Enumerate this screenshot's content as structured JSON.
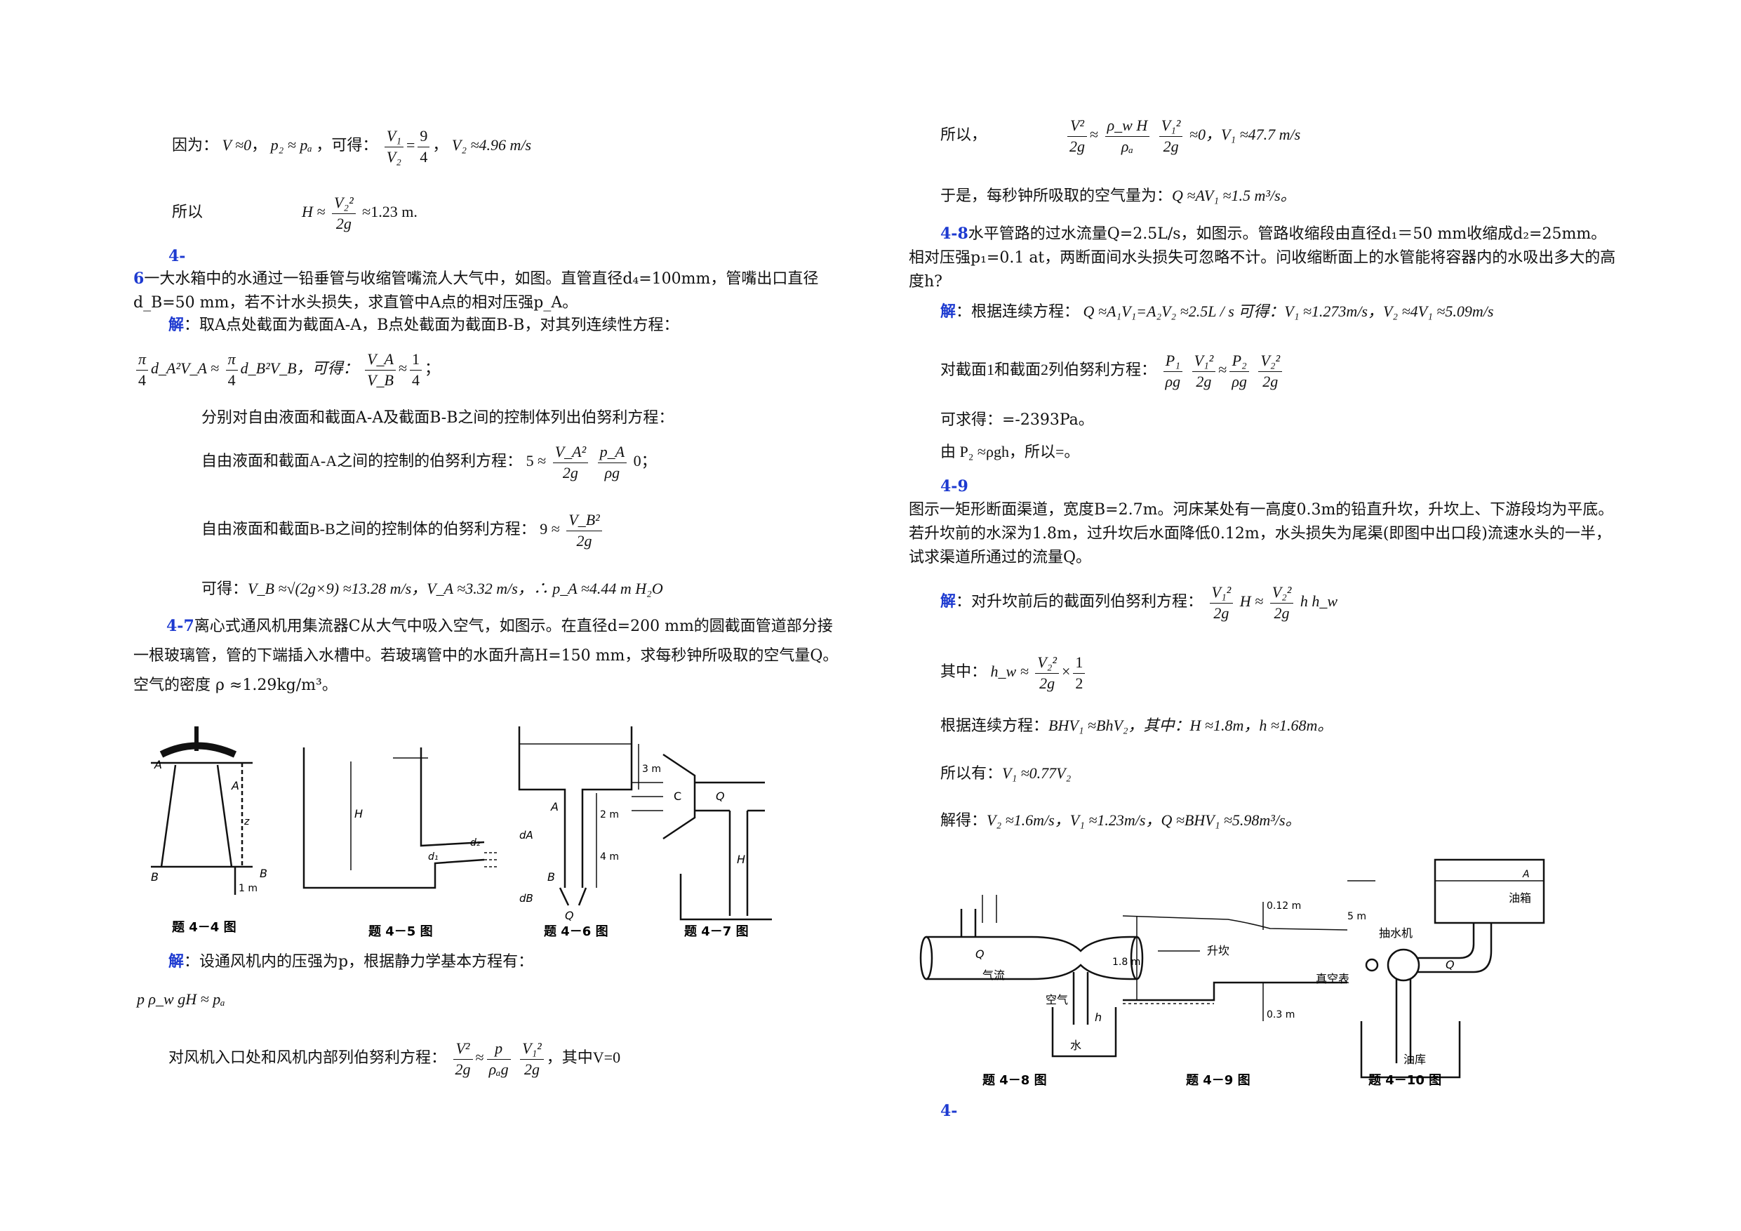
{
  "left": {
    "l1_prefix": "因为：",
    "l1_eq1": "V ≈0",
    "l1_eq2": "p₂ ≈ pₐ",
    "l1_mid": "，可得：",
    "l1_f1_num": "V₁",
    "l1_f1_den": "V₂",
    "l1_f2_num": "9",
    "l1_f2_den": "4",
    "l1_eq3": "V₂ ≈4.96 m/s",
    "l2_prefix": "所以",
    "l2_eq1": "H ≈",
    "l2_f_num": "V₂²",
    "l2_f_den": "2g",
    "l2_eq2": "≈1.23 m.",
    "p46_label": "4-",
    "p46_label2": "6",
    "p46_text": "一大水箱中的水通过一铅垂管与收缩管嘴流人大气中，如图。直管直径d₄=100mm，管嘴出口直径d_B=50 mm，若不计水头损失，求直管中A点的相对压强p_A。",
    "sol_label": "解",
    "sol46_text": "：取A点处截面为截面A-A，B点处截面为截面B-B，对其列连续性方程：",
    "cont_f1_num": "π",
    "cont_f1_den": "4",
    "cont_mid1": "d_A²V_A ≈",
    "cont_f2_num": "π",
    "cont_f2_den": "4",
    "cont_mid2": "d_B²V_B，可得：",
    "cont_f3_num": "V_A",
    "cont_f3_den": "V_B",
    "cont_mid3": "≈",
    "cont_f4_num": "1",
    "cont_f4_den": "4",
    "cont_end": "；",
    "bern_intro": "分别对自由液面和截面A-A及截面B-B之间的控制体列出伯努利方程：",
    "bern_a_text": "自由液面和截面A-A之间的控制的伯努利方程：",
    "bern_a_eq": "5 ≈",
    "bern_a_f1_num": "V_A²",
    "bern_a_f1_den": "2g",
    "bern_a_f2_num": "p_A",
    "bern_a_f2_den": "ρg",
    "bern_a_end": "0；",
    "bern_b_text": "自由液面和截面B-B之间的控制体的伯努利方程：",
    "bern_b_eq": "9 ≈",
    "bern_b_f_num": "V_B²",
    "bern_b_f_den": "2g",
    "result46_prefix": "可得：",
    "result46_eq": "V_B ≈√(2g×9) ≈13.28 m/s，V_A ≈3.32 m/s，∴ p_A ≈4.44 m H₂O",
    "p47_label": "4-7",
    "p47_text": "离心式通风机用集流器C从大气中吸入空气，如图示。在直径d=200 mm的圆截面管道部分接一根玻璃管，管的下端插入水槽中。若玻璃管中的水面升高H=150 mm，求每秒钟所吸取的空气量Q。空气的密度 ρ ≈1.29kg/m³。",
    "sol47_text": "：设通风机内的压强为p，根据静力学基本方程有：",
    "static_eq": "p   ρ_w gH ≈ pₐ",
    "fan_text": "对风机入口处和风机内部列伯努利方程：",
    "fan_f1_num": "V²",
    "fan_f1_den": "2g",
    "fan_mid": "≈",
    "fan_f2_num": "p",
    "fan_f2_den": "ρₐg",
    "fan_f3_num": "V₁²",
    "fan_f3_den": "2g",
    "fan_end": "，其中V=0",
    "captions": [
      "题 4－4 图",
      "题 4－5 图",
      "题 4－6 图",
      "题 4－7 图"
    ]
  },
  "right": {
    "r1_prefix": "所以，",
    "r1_f1_num": "V²",
    "r1_f1_den": "2g",
    "r1_mid1": "≈",
    "r1_f2_num": "ρ_w H",
    "r1_f2_den": "ρₐ",
    "r1_f3_num": "V₁²",
    "r1_f3_den": "2g",
    "r1_end": "≈0，V₁ ≈47.7 m/s",
    "r2_text": "于是，每秒钟所吸取的空气量为：",
    "r2_eq": "Q ≈AV₁ ≈1.5 m³/s。",
    "p48_label": "4-8",
    "p48_text": "水平管路的过水流量Q=2.5L/s，如图示。管路收缩段由直径d₁＝50 mm收缩成d₂=25mm。相对压强p₁=0.1 at，两断面间水头损失可忽略不计。问收缩断面上的水管能将容器内的水吸出多大的高度h?",
    "sol_label": "解",
    "sol48_text": "：根据连续方程：",
    "sol48_eq": "Q ≈A₁V₁=A₂V₂ ≈2.5L / s 可得：V₁ ≈1.273m/s，V₂ ≈4V₁ ≈5.09m/s",
    "bern48_text": "对截面1和截面2列伯努利方程：",
    "bern48_f1_num": "P₁",
    "bern48_f1_den": "ρg",
    "bern48_f2_num": "V₁²",
    "bern48_f2_den": "2g",
    "bern48_mid": "≈",
    "bern48_f3_num": "P₂",
    "bern48_f3_den": "ρg",
    "bern48_f4_num": "V₂²",
    "bern48_f4_den": "2g",
    "res48a": "可求得：=-2393Pa。",
    "res48b": "由 P₂ ≈ρgh，所以=。",
    "p49_label": "4-9",
    "p49_text": "图示一矩形断面渠道，宽度B=2.7m。河床某处有一高度0.3m的铅直升坎，升坎上、下游段均为平底。若升坎前的水深为1.8m，过升坎后水面降低0.12m，水头损失为尾渠(即图中出口段)流速水头的一半，试求渠道所通过的流量Q。",
    "sol49_text": "：对升坎前后的截面列伯努利方程：",
    "sol49_f1_num": "V₁²",
    "sol49_f1_den": "2g",
    "sol49_mid": "H ≈",
    "sol49_f2_num": "V₂²",
    "sol49_f2_den": "2g",
    "sol49_end": "h   h_w",
    "hw_prefix": "其中：",
    "hw_eq": "h_w ≈",
    "hw_f1_num": "V₂²",
    "hw_f1_den": "2g",
    "hw_times": "×",
    "hw_f2_num": "1",
    "hw_f2_den": "2",
    "cont49_text": "根据连续方程：",
    "cont49_eq": "BHV₁ ≈BhV₂，其中：H ≈1.8m，h ≈1.68m。",
    "so49_text": "所以有：",
    "so49_eq": "V₁ ≈0.77V₂",
    "ans49_text": "解得：",
    "ans49_eq": "V₂ ≈1.6m/s，V₁ ≈1.23m/s，Q ≈BHV₁ ≈5.98m³/s。",
    "captions": [
      "题 4－8 图",
      "题 4－9 图",
      "题 4－10 图"
    ],
    "fig48_labels": {
      "flow": "气流",
      "air": "空气",
      "water": "水"
    },
    "fig49_labels": {
      "sill": "升坎",
      "h1": "1.8 m",
      "h2": "0.12 m",
      "h3": "0.3 m"
    },
    "fig410_labels": {
      "pump": "抽水机",
      "gauge": "真空表",
      "tank": "油箱",
      "store": "油库",
      "h": "5 m"
    },
    "trail_label": "4-"
  }
}
